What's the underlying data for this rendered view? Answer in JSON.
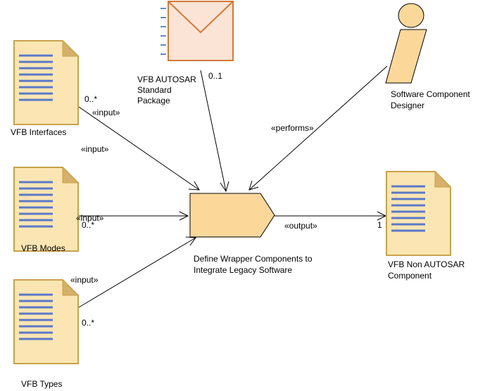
{
  "nodes": {
    "vfb_interfaces": "VFB Interfaces",
    "vfb_modes": "VFB Modes",
    "vfb_types": "VFB Types",
    "package": [
      "VFB AUTOSAR",
      "Standard",
      "Package"
    ],
    "designer": [
      "Software Component",
      "Designer"
    ],
    "task": [
      "Define Wrapper Components to",
      "Integrate Legacy Software"
    ],
    "output": [
      "VFB Non AUTOSAR",
      "Component"
    ]
  },
  "edges": {
    "input_label": "«input»",
    "output_label": "«output»",
    "performs_label": "«performs»",
    "mult_interfaces": "0..*",
    "mult_modes": "0..*",
    "mult_types": "0..*",
    "mult_package": "0..1",
    "mult_output": "1"
  },
  "colors": {
    "doc_fill": "#fbe6b3",
    "doc_border": "#c8a24a",
    "doc_lines": "#5b78c8",
    "task_fill": "#fbd89a",
    "envelope_fill": "#fbe4d6",
    "envelope_border": "#d07a3a"
  }
}
